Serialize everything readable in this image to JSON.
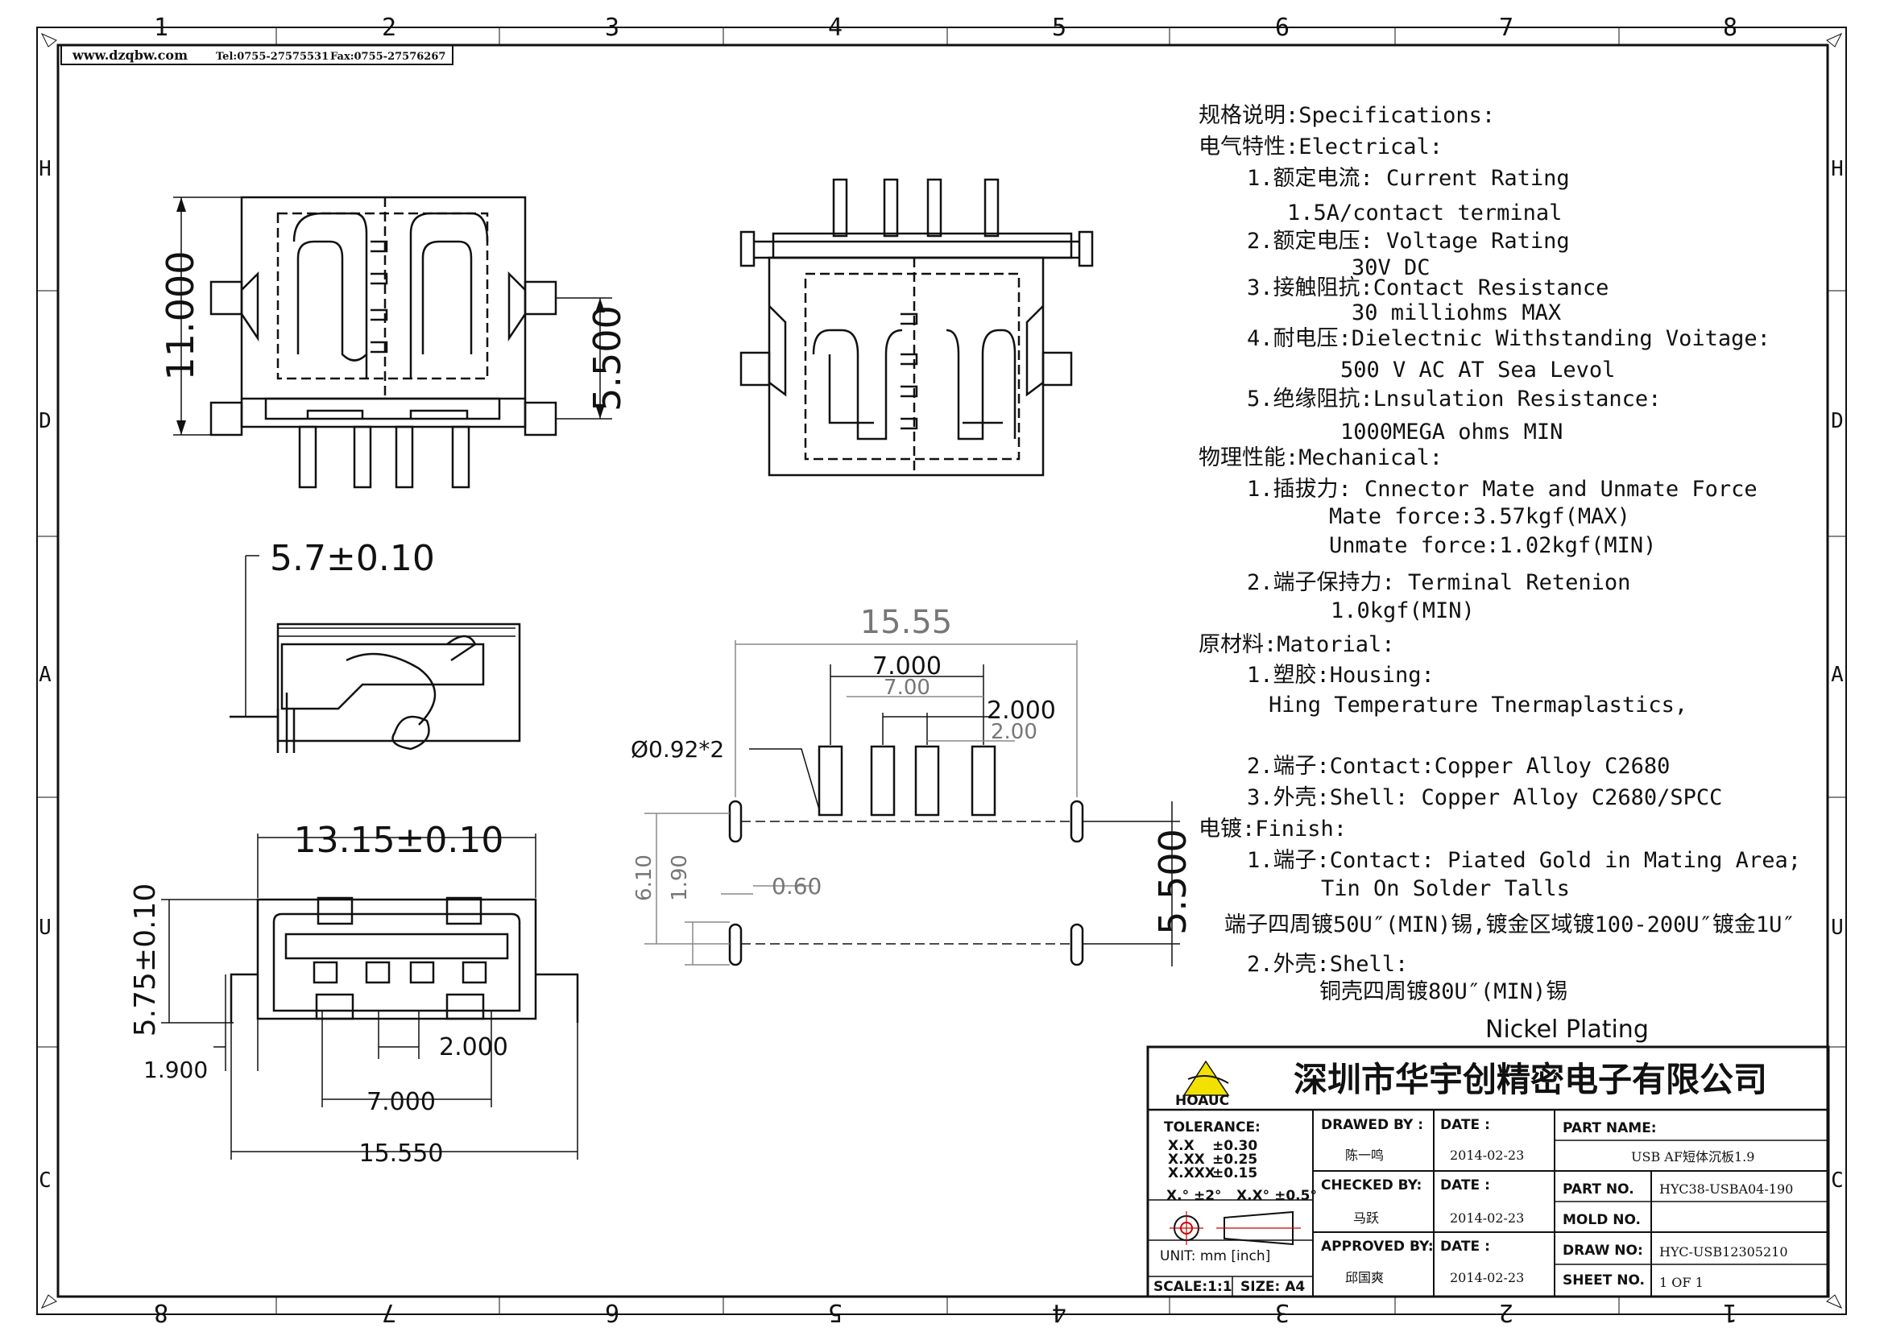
{
  "header": {
    "website": "www.dzqbw.com",
    "tel": "Tel:0755-27575531",
    "fax": "Fax:0755-27576267"
  },
  "border": {
    "top_numbers": [
      "1",
      "2",
      "3",
      "4",
      "5",
      "6",
      "7",
      "8"
    ],
    "bottom_numbers": [
      "8",
      "7",
      "6",
      "5",
      "4",
      "3",
      "2",
      "1"
    ],
    "side_letters": [
      "H",
      "D",
      "A",
      "U",
      "C"
    ]
  },
  "dimensions": {
    "top_height_total": "11.000",
    "top_height_half": "5.500",
    "side_width": "5.7±0.10",
    "front_width": "13.15±0.10",
    "front_height": "5.75±0.10",
    "front_offset": "1.900",
    "front_pitch_small": "2.000",
    "front_pitch_large": "7.000",
    "front_total": "15.550",
    "fp_total": "15.55",
    "fp_pitch_large": "7.000",
    "fp_pitch_large_ref": "7.00",
    "fp_pitch_small": "2.000",
    "fp_pitch_small_ref": "2.00",
    "fp_hole": "Ø0.92*2",
    "fp_row": "6.10",
    "fp_row2": "1.90",
    "fp_slot": "0.60",
    "fp_span": "5.500"
  },
  "specs": [
    {
      "id": "s1",
      "text": "规格说明:Specifications:"
    },
    {
      "id": "s2",
      "text": "电气特性:Electrical:"
    },
    {
      "id": "s3",
      "text": "1.额定电流: Current Rating"
    },
    {
      "id": "s4",
      "text": "1.5A/contact terminal"
    },
    {
      "id": "s5",
      "text": "2.额定电压: Voltage Rating"
    },
    {
      "id": "s6",
      "text": "30V DC"
    },
    {
      "id": "s7",
      "text": "3.接触阻抗:Contact Resistance"
    },
    {
      "id": "s8",
      "text": "30 milliohms MAX"
    },
    {
      "id": "s9",
      "text": "4.耐电压:Dielectnic Withstanding Voitage:"
    },
    {
      "id": "s10",
      "text": "500 V AC AT Sea Levol"
    },
    {
      "id": "s11",
      "text": "5.绝缘阻抗:Lnsulation Resistance:"
    },
    {
      "id": "s12",
      "text": "1000MEGA ohms MIN"
    },
    {
      "id": "s13",
      "text": "物理性能:Mechanical:"
    },
    {
      "id": "s14",
      "text": "1.插拔力: Cnnector Mate and Unmate Force"
    },
    {
      "id": "s15",
      "text": "Mate force:3.57kgf(MAX)"
    },
    {
      "id": "s16",
      "text": "Unmate force:1.02kgf(MIN)"
    },
    {
      "id": "s17",
      "text": "2.端子保持力: Terminal Retenion"
    },
    {
      "id": "s18",
      "text": "1.0kgf(MIN)"
    },
    {
      "id": "s19",
      "text": "原材料:Matorial:"
    },
    {
      "id": "s20",
      "text": "1.塑胶:Housing:"
    },
    {
      "id": "s21",
      "text": "Hing Temperature  Tnermaplastics,"
    },
    {
      "id": "s22",
      "text": "2.端子:Contact:Copper Alloy C2680"
    },
    {
      "id": "s23",
      "text": "3.外壳:Shell: Copper Alloy C2680/SPCC"
    },
    {
      "id": "s24",
      "text": "电镀:Finish:"
    },
    {
      "id": "s25",
      "text": "1.端子:Contact: Piated Gold in Mating Area;"
    },
    {
      "id": "s26",
      "text": "Tin On Solder Talls"
    },
    {
      "id": "s27",
      "text": "端子四周镀50U″(MIN)锡,镀金区域镀100-200U″镀金1U″"
    },
    {
      "id": "s28",
      "text": "2.外壳:Shell:"
    },
    {
      "id": "s29",
      "text": "铜壳四周镀80U″(MIN)锡"
    },
    {
      "id": "s30",
      "text": "Nickel Plating"
    }
  ],
  "title_block": {
    "company": "深圳市华宇创精密电子有限公司",
    "logo_text": "HOAUC",
    "tolerance_label": "TOLERANCE:",
    "tol_x": "X.X",
    "tol_x_val": "±0.30",
    "tol_xx": "X.XX",
    "tol_xx_val": "±0.25",
    "tol_xxx": "X.XXX",
    "tol_xxx_val": "±0.15",
    "tol_ang1": "X.°  ±2°",
    "tol_ang2": "X.X°  ±0.5°",
    "unit": "UNIT:  mm  [inch]",
    "scale": "SCALE:1:1",
    "size": "SIZE: A4",
    "drawn_by_label": "DRAWED BY :",
    "drawn_by": "陈一鸣",
    "checked_by_label": "CHECKED BY:",
    "checked_by": "马跃",
    "approved_by_label": "APPROVED BY:",
    "approved_by": "邱国爽",
    "date_label": "DATE :",
    "date1": "2014-02-23",
    "date2": "2014-02-23",
    "date3": "2014-02-23",
    "part_name_label": "PART NAME:",
    "part_name": "USB AF短体沉板1.9",
    "part_no_label": "PART NO.",
    "part_no": "HYC38-USBA04-190",
    "mold_no_label": "MOLD NO.",
    "mold_no": "",
    "draw_no_label": "DRAW NO:",
    "draw_no": "HYC-USB12305210",
    "sheet_no_label": "SHEET NO.",
    "sheet_no": "1 OF 1"
  }
}
